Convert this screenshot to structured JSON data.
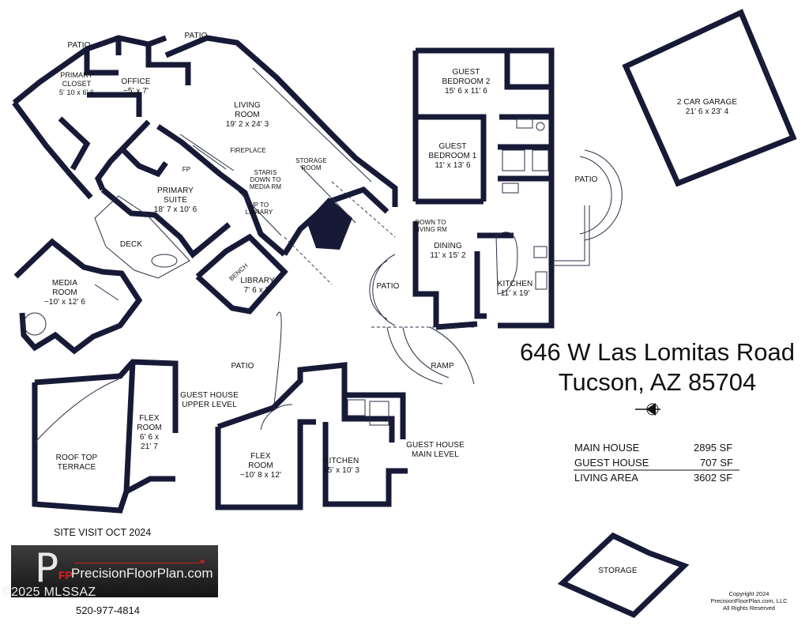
{
  "address": {
    "line1": "646 W Las Lomitas Road",
    "line2": "Tucson, AZ  85704"
  },
  "rooms": {
    "patio_nw": "PATIO",
    "patio_top": "PATIO",
    "primary_closet": "PRIMARY\nCLOSET\n5' 10 x 6' 6",
    "office": "OFFICE\n~5' x 7'",
    "living_room": "LIVING\nROOM\n19' 2 x 24' 3",
    "fireplace": "FIREPLACE",
    "fp": "FP",
    "stairs_media": "STARIS\nDOWN TO\nMEDIA RM",
    "storage_room": "STORAGE\nROOM",
    "up_to_library": "UP TO\nLIBRARY",
    "primary_suite": "PRIMARY\nSUITE\n18' 7 x 10' 6",
    "deck": "DECK",
    "bench": "BENCH",
    "library": "LIBRARY\n7' 6 x 8'",
    "media_room": "MEDIA\nROOM\n~10' x 12' 6",
    "guest_bedroom_2": "GUEST\nBEDROOM 2\n15' 6 x 11' 6",
    "guest_bedroom_1": "GUEST\nBEDROOM 1\n11' x 13' 6",
    "garage": "2 CAR GARAGE\n21' 6 x 23' 4",
    "patio_east": "PATIO",
    "down_to_living": "DOWN TO\nLIVING RM",
    "dining": "DINING\n11' x 15' 2",
    "kitchen_main": "KITCHEN\n11' x 19'",
    "patio_center": "PATIO",
    "ramp": "RAMP",
    "patio_guest": "PATIO",
    "guest_house_upper": "GUEST HOUSE\nUPPER LEVEL",
    "flex_room_upper": "FLEX\nROOM\n6' 6 x\n21' 7",
    "roof_top_terrace": "ROOF TOP\nTERRACE",
    "flex_room_main": "FLEX\nROOM\n~10' 8 x 12'",
    "kitchen_guest": "KITCHEN\n15' x 10' 3",
    "guest_house_main": "GUEST HOUSE\nMAIN LEVEL",
    "storage": "STORAGE"
  },
  "area_table": {
    "rows": [
      {
        "label": "MAIN HOUSE",
        "value": "2895 SF"
      },
      {
        "label": "GUEST HOUSE",
        "value": "707 SF"
      },
      {
        "label": "LIVING AREA",
        "value": "3602 SF"
      }
    ]
  },
  "footer": {
    "site_visit": "SITE VISIT OCT 2024",
    "logo_letter": "P",
    "logo_ff": "FP",
    "logo_text": "PrecisionFloorPlan.com",
    "watermark": "©2025 MLSSAZ",
    "phone": "520-977-4814",
    "copyright": "Copyright 2024\nPrecisionFloorPlan.com, LLC\nAll Rights Reserved"
  },
  "colors": {
    "wall": "#161a36",
    "logo_bg": "#2a2a2a",
    "logo_accent": "#cc2222"
  }
}
